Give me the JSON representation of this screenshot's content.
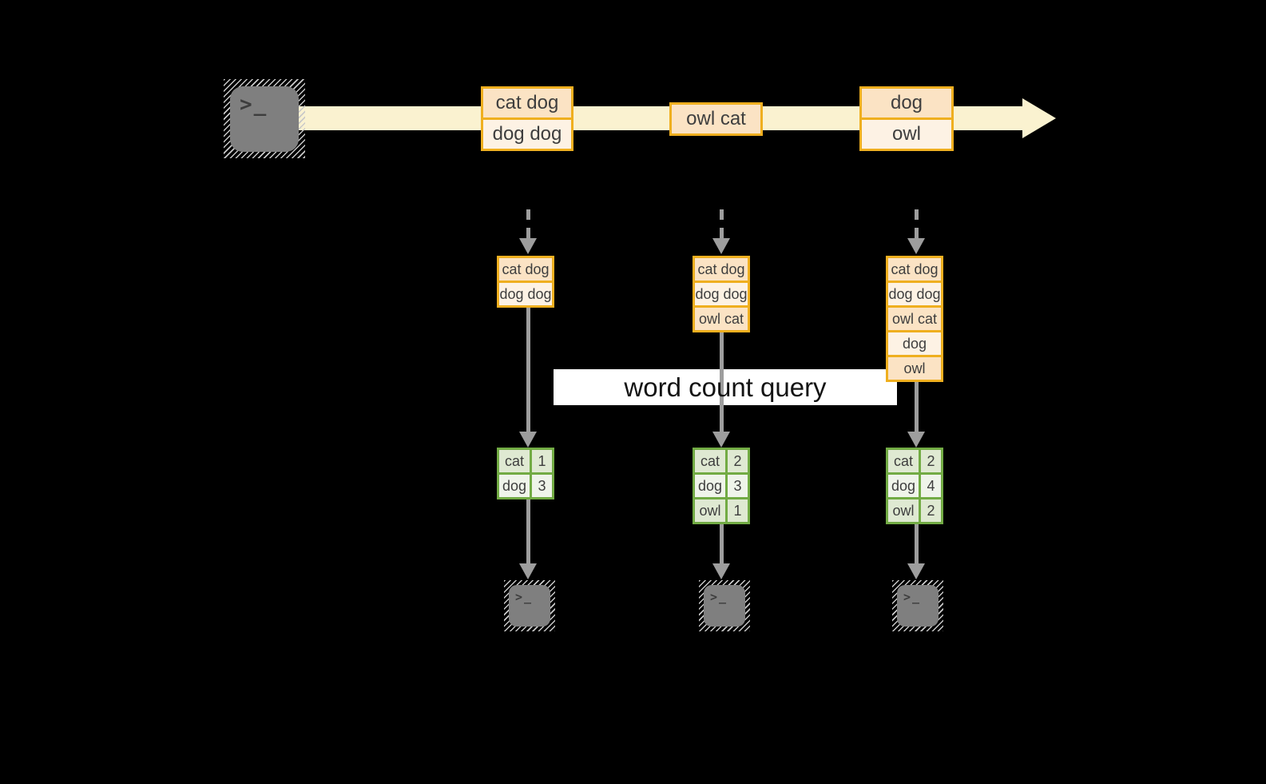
{
  "colors": {
    "background": "#000000",
    "stream-band": "#faf2d0",
    "gold-border": "#efaf1f",
    "orange-dark": "#fbe3c4",
    "orange-light": "#fdf2e4",
    "green-border": "#72ab44",
    "green-dark": "#dfe9d2",
    "green-light": "#eff4ea",
    "arrow-gray": "#9d9d9d",
    "terminal-gray": "#7f7f7f",
    "glyph-dark": "#3d3d3d",
    "label-text": "#3e3e3e",
    "query-text": "#141414",
    "query-band-bg": "#ffffff"
  },
  "icons": {
    "terminal_glyph": ">_"
  },
  "stream": {
    "batches": [
      {
        "rows": [
          "cat dog",
          "dog dog"
        ]
      },
      {
        "rows": [
          "owl cat"
        ]
      },
      {
        "rows": [
          "dog",
          "owl"
        ]
      }
    ]
  },
  "query": {
    "label": "word count query"
  },
  "columns": [
    {
      "input_rows": [
        "cat dog",
        "dog dog"
      ],
      "counts": [
        {
          "word": "cat",
          "count": "1"
        },
        {
          "word": "dog",
          "count": "3"
        }
      ]
    },
    {
      "input_rows": [
        "cat dog",
        "dog dog",
        "owl cat"
      ],
      "counts": [
        {
          "word": "cat",
          "count": "2"
        },
        {
          "word": "dog",
          "count": "3"
        },
        {
          "word": "owl",
          "count": "1"
        }
      ]
    },
    {
      "input_rows": [
        "cat dog",
        "dog dog",
        "owl cat",
        "dog",
        "owl"
      ],
      "counts": [
        {
          "word": "cat",
          "count": "2"
        },
        {
          "word": "dog",
          "count": "4"
        },
        {
          "word": "owl",
          "count": "2"
        }
      ]
    }
  ]
}
